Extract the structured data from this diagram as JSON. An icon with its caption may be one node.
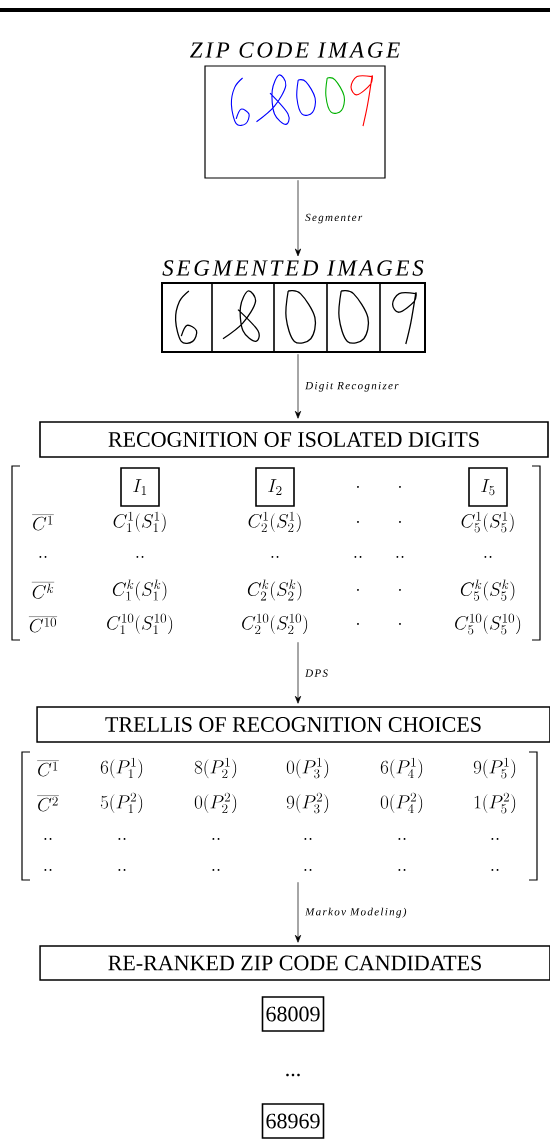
{
  "diagram": {
    "nodes": [
      {
        "text": [
          "ZIP CODE IMAGE"
        ]
      },
      {
        "text": [
          "SEGMENTED IMAGES"
        ]
      },
      {
        "text": [
          "RECOGNITION OF ISOLATED DIGITS"
        ]
      },
      {
        "text": [
          ".",
          ".",
          "\\overline{C^1}",
          "C_1^1(S_1^1)",
          "C_2^1(S_2^1)",
          ".",
          ".",
          "C_5^1(S_5^1)",
          "..",
          "..",
          "..",
          "..",
          "..",
          "..",
          "\\overline{C^k}",
          "C_1^k(S_1^k)",
          "C_2^k(S_2^k)",
          ".",
          ".",
          "C_5^k(S_5^k)",
          "\\overline{C^{10}}",
          "C_1^{10}(S_1^{10})",
          "C_2^{10}(S_2^{10})",
          ".",
          ".",
          "C_5^{10}(S_5^{10})"
        ]
      },
      {
        "text": [
          "I_1"
        ],
        "in": 3
      },
      {
        "text": [
          "I_2"
        ],
        "in": 3
      },
      {
        "text": [
          "I_5"
        ],
        "in": 3
      },
      {
        "text": [
          "TRELLIS OF RECOGNITION CHOICES"
        ]
      },
      {
        "text": [
          "\\overline{C^1}",
          "6(P_1^1)",
          "8(P_2^1)",
          "0(P_3^1)",
          "6(P_4^1)",
          "9(P_5^1)",
          "\\overline{C^2}",
          "5(P_1^2)",
          "0(P_2^2)",
          "9(P_3^2)",
          "0(P_4^2)",
          "1(P_5^2)",
          "..",
          "..",
          "..",
          "..",
          "..",
          "..",
          "..",
          "..",
          "..",
          "..",
          "..",
          ".."
        ]
      },
      {
        "text": [
          "RE-RANKED ZIP CODE CANDIDATES"
        ]
      },
      {
        "text": [
          "68009"
        ]
      },
      {
        "text": [
          "68969"
        ]
      }
    ],
    "edges": [
      {
        "from": 0,
        "to": 1,
        "arrow": "to",
        "label": "Segmenter"
      },
      {
        "from": 1,
        "to": 2,
        "arrow": "to",
        "label": "Digit Recognizer"
      },
      {
        "from": 3,
        "to": 7,
        "arrow": "to",
        "label": "DPS"
      },
      {
        "from": 8,
        "to": 9,
        "arrow": "to",
        "label": "Markov Modeling)"
      }
    ],
    "labels": [
      "..."
    ]
  }
}
